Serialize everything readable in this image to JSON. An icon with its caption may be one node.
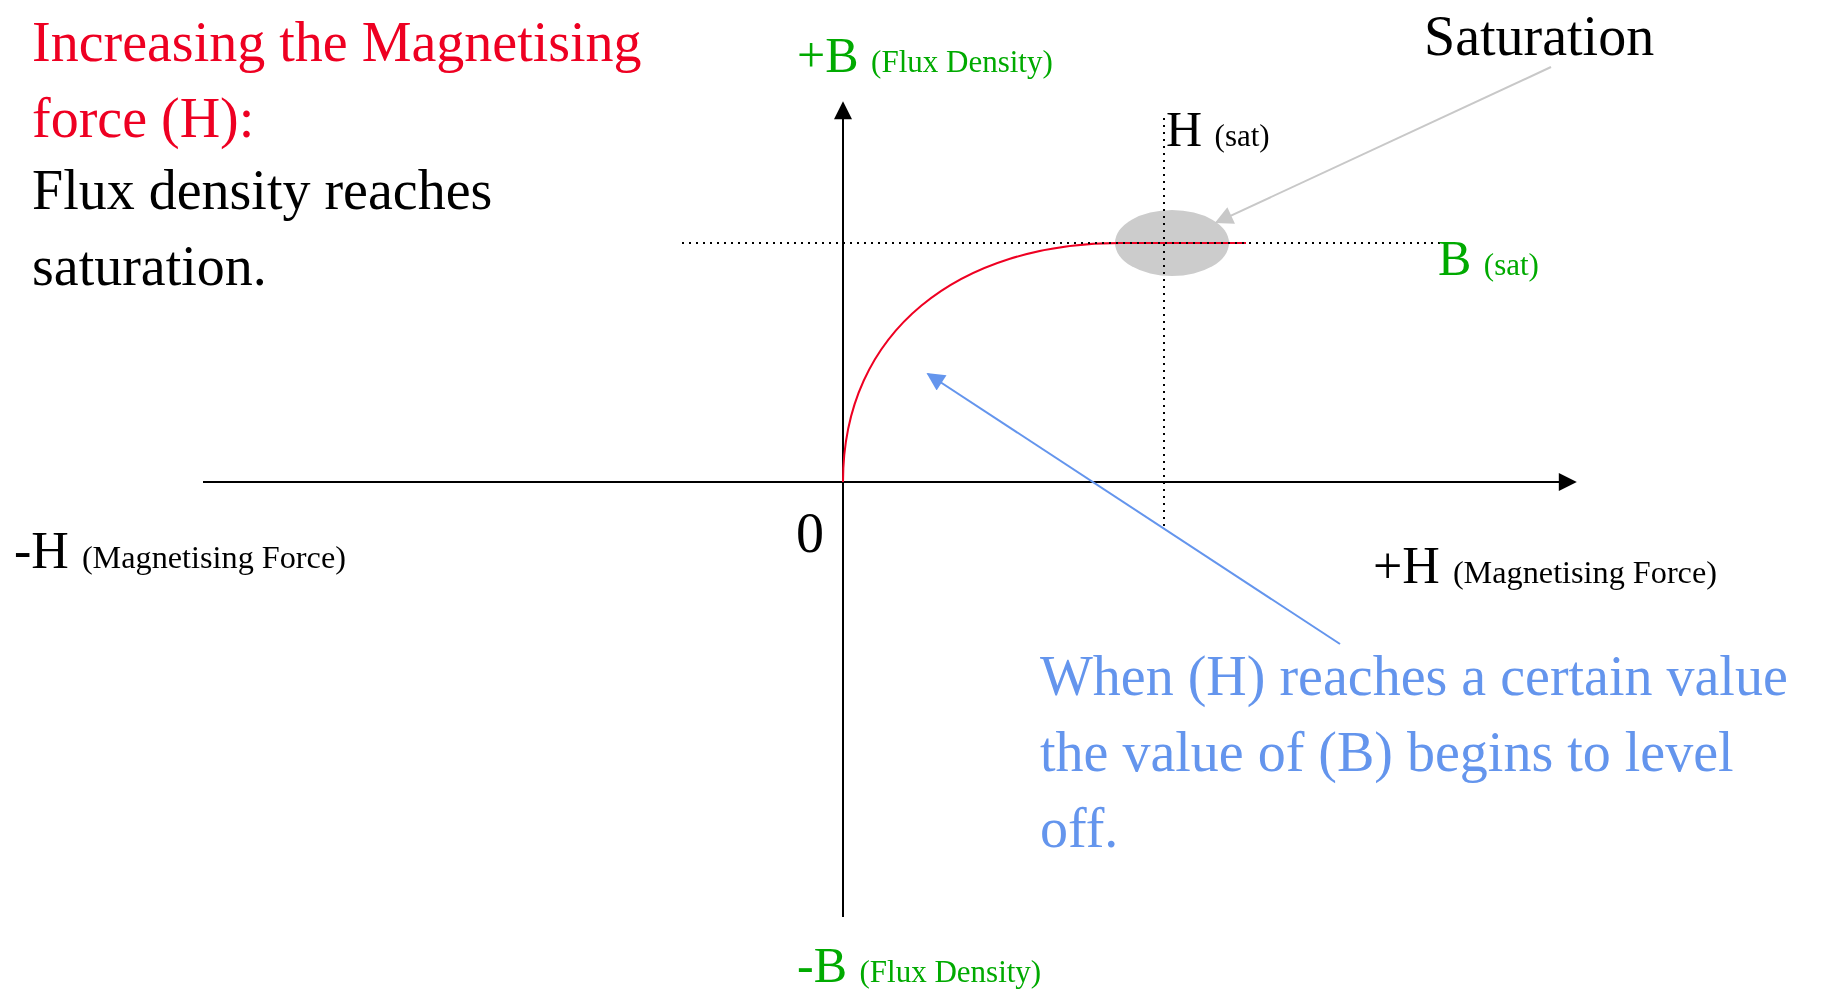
{
  "diagram": {
    "nodes": [
      {
        "text": [
          "Saturation"
        ]
      },
      {
        "text": [],
        "shape": "ellipse"
      },
      {
        "text": [
          "When (H) reaches a certain value the value of (B) begins to level off."
        ]
      },
      {
        "text": [],
        "shape": "curve"
      }
    ],
    "edges": [
      {
        "from": 0,
        "to": 1,
        "arrow": "to",
        "color": "#c8c8c8"
      },
      {
        "from": 2,
        "to": 3,
        "arrow": "to",
        "color": "#6495ed"
      }
    ],
    "labels": [
      "Increasing the Magnetising force (H):",
      "Flux density reaches saturation.",
      "+B (Flux Density)",
      "H (sat)",
      "B (sat)",
      "0",
      "-H (Magnetising Force)",
      "+H (Magnetising Force)",
      "-B (Flux Density)"
    ]
  }
}
